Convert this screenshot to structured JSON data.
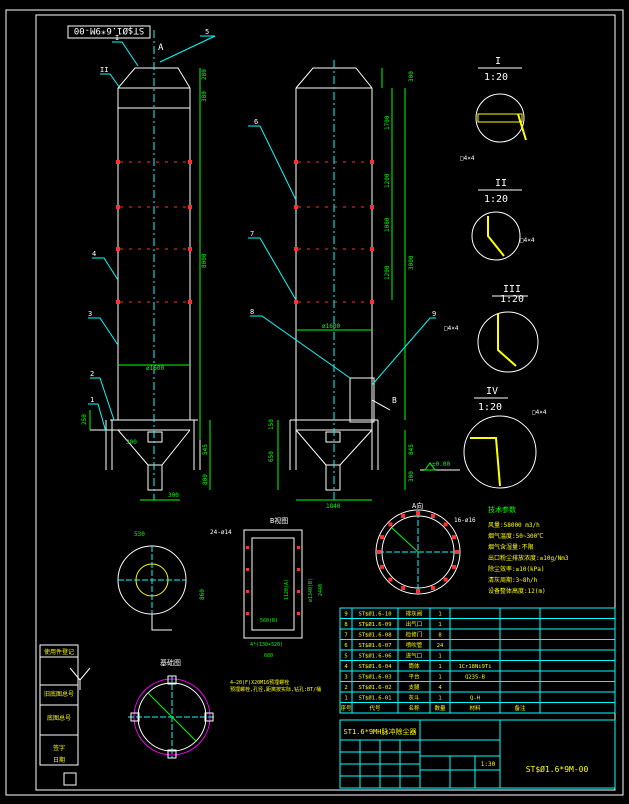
{
  "colors": {
    "background": "#000000",
    "frame": "#ffffff",
    "outline": "#ffffff",
    "dimension": "#00ff00",
    "leader": "#00ffff",
    "bolt": "#ff3030",
    "table_grid": "#00ffff",
    "table_text": "#ffff00",
    "hatch": "#ffff00",
    "note_title": "#00ff00",
    "magenta": "#ff00ff"
  },
  "drawing": {
    "mirror_code": "ST$Ø1.6*9M-00",
    "view_arrow": "A",
    "b_arrow": "B",
    "left_dims": [
      "280",
      "380",
      "8000",
      "250",
      "300",
      "545",
      "800"
    ],
    "left_diam": "ø1600",
    "left_bottom": "300",
    "right_dims": [
      "1700",
      "1200",
      "1080",
      "1200",
      "300",
      "3000"
    ],
    "right_diam": "ø1600",
    "right_bottom": "1840",
    "right_side": [
      "150",
      "650",
      "845",
      "300"
    ],
    "level": "±0.00",
    "part_numbers": [
      "5",
      "I",
      "II",
      "6",
      "4",
      "3",
      "2",
      "1",
      "7",
      "8",
      "9"
    ],
    "details": [
      {
        "num": "I",
        "scale": "1:20",
        "tag": "□4×4"
      },
      {
        "num": "II",
        "scale": "1:20",
        "tag": "□4×4"
      },
      {
        "num": "III",
        "scale": "1:20",
        "tag": "□4×4"
      },
      {
        "num": "IV",
        "scale": "1:20",
        "tag": "□4×4"
      }
    ]
  },
  "notes": {
    "title": "技术参数",
    "lines": [
      "风量:58000 m3/h",
      "烟气温度:50~300℃",
      "烟气含湿量:不限",
      "出口粉尘排放浓度:≤10g/Nm3",
      "除尘效率:≥10(kPa)",
      "清灰周期:3~8h/h",
      "设备整体高度:12(m)"
    ]
  },
  "views": {
    "bottom_dims": [
      "530",
      "860"
    ],
    "rect_label": "B视图",
    "rect_tag": "24-ø14",
    "rect_dims": [
      "1120(A)",
      "ø1340(B)",
      "2440",
      "560(B)",
      "4*(130+520)",
      "680"
    ],
    "section_label": "A向",
    "section_tag": "16-ø16",
    "flange_label": "基础图",
    "flange_note": [
      "4—20(F)X20M16预埋螺栓",
      "预埋螺栓,孔径,距离按实际,钻孔:BT/桶"
    ]
  },
  "parts_table": {
    "rows": [
      [
        "9",
        "ST$Ø1.6-10",
        "排灰阀",
        "1",
        "",
        ""
      ],
      [
        "8",
        "ST$Ø1.6-09",
        "出气口",
        "1",
        "",
        ""
      ],
      [
        "7",
        "ST$Ø1.6-08",
        "检修门",
        "8",
        "",
        ""
      ],
      [
        "6",
        "ST$Ø1.6-07",
        "喷吹管",
        "24",
        "",
        ""
      ],
      [
        "5",
        "ST$Ø1.6-06",
        "进气口",
        "1",
        "",
        ""
      ],
      [
        "4",
        "ST$Ø1.6-04",
        "筒体",
        "1",
        "1Cr18Ni9Ti",
        ""
      ],
      [
        "3",
        "ST$Ø1.6-03",
        "平台",
        "1",
        "Q235-B",
        ""
      ],
      [
        "2",
        "ST$Ø1.6-02",
        "支腿",
        "4",
        "",
        ""
      ],
      [
        "1",
        "ST$Ø1.6-01",
        "灰斗",
        "1",
        "Q-H",
        ""
      ]
    ],
    "header": [
      "序号",
      "代号",
      "名称",
      "数量",
      "材料",
      "备注"
    ],
    "title_block_name": "ST1.6*9MH脉冲除尘器",
    "drawing_no": "ST$Ø1.6*9M-00",
    "scale": "1:30",
    "left_labels": [
      "使用件登记",
      "旧底图总号",
      "底图总号",
      "签字",
      "日期"
    ]
  }
}
